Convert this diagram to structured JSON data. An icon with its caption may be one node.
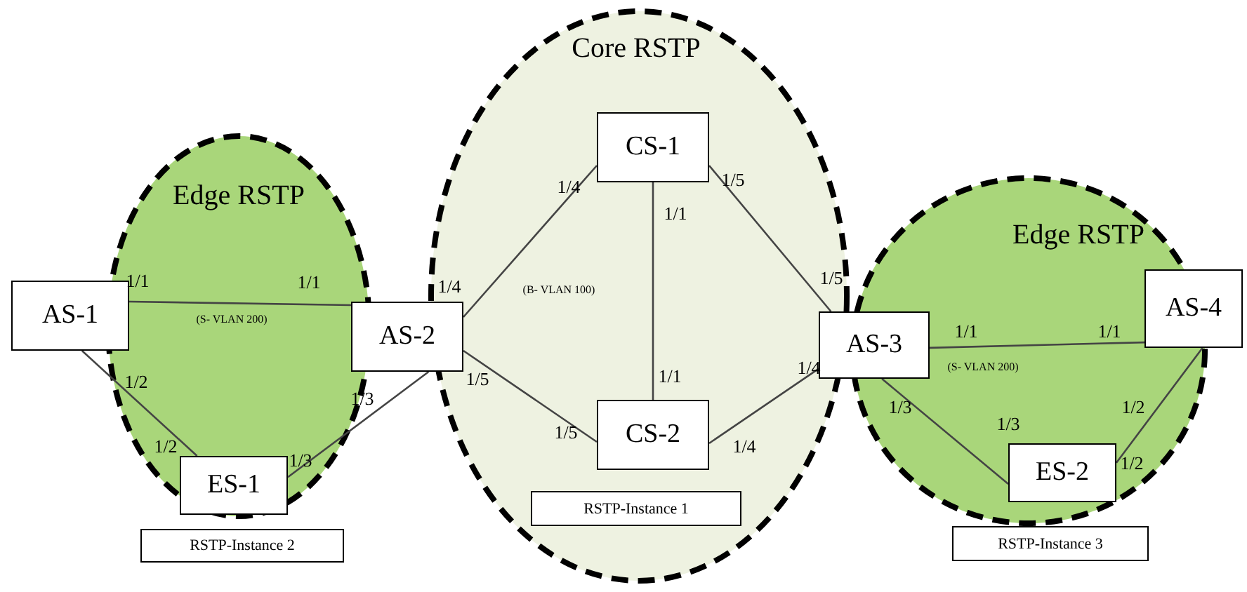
{
  "diagram": {
    "nodes": [
      {
        "text": [
          "Edge RSTP"
        ]
      },
      {
        "text": [
          "AS-1"
        ]
      },
      {
        "text": [
          "AS-2"
        ]
      },
      {
        "text": [
          "ES-1"
        ],
        "in": 0
      },
      {
        "text": [
          "RSTP-Instance 2"
        ]
      },
      {
        "text": [
          "Core RSTP"
        ]
      },
      {
        "text": [
          "CS-1"
        ],
        "in": 5
      },
      {
        "text": [
          "CS-2"
        ],
        "in": 5
      },
      {
        "text": [
          "RSTP-Instance 1"
        ],
        "in": 5
      },
      {
        "text": [
          "Edge RSTP"
        ]
      },
      {
        "text": [
          "AS-3"
        ]
      },
      {
        "text": [
          "AS-4"
        ]
      },
      {
        "text": [
          "ES-2"
        ],
        "in": 9
      },
      {
        "text": [
          "RSTP-Instance 3"
        ]
      }
    ],
    "edges": [
      {
        "from": 1,
        "to": 2,
        "arrow": "none",
        "label": "(S- VLAN 200)"
      },
      {
        "from": 1,
        "to": 3,
        "arrow": "none"
      },
      {
        "from": 2,
        "to": 3,
        "arrow": "none"
      },
      {
        "from": 2,
        "to": 6,
        "arrow": "none"
      },
      {
        "from": 2,
        "to": 7,
        "arrow": "none"
      },
      {
        "from": 6,
        "to": 7,
        "arrow": "none"
      },
      {
        "from": 6,
        "to": 10,
        "arrow": "none"
      },
      {
        "from": 7,
        "to": 10,
        "arrow": "none"
      },
      {
        "from": 10,
        "to": 11,
        "arrow": "none",
        "label": "(S- VLAN 200)"
      },
      {
        "from": 10,
        "to": 12,
        "arrow": "none"
      },
      {
        "from": 11,
        "to": 12,
        "arrow": "none"
      }
    ],
    "labels": [
      "1/1",
      "1/1",
      "1/2",
      "1/2",
      "1/3",
      "1/3",
      "1/4",
      "1/4",
      "1/5",
      "1/5",
      "1/1",
      "1/1",
      "1/5",
      "1/5",
      "1/4",
      "1/4",
      "1/1",
      "1/1",
      "1/3",
      "1/3",
      "1/2",
      "1/2",
      "(B- VLAN 100)"
    ]
  }
}
